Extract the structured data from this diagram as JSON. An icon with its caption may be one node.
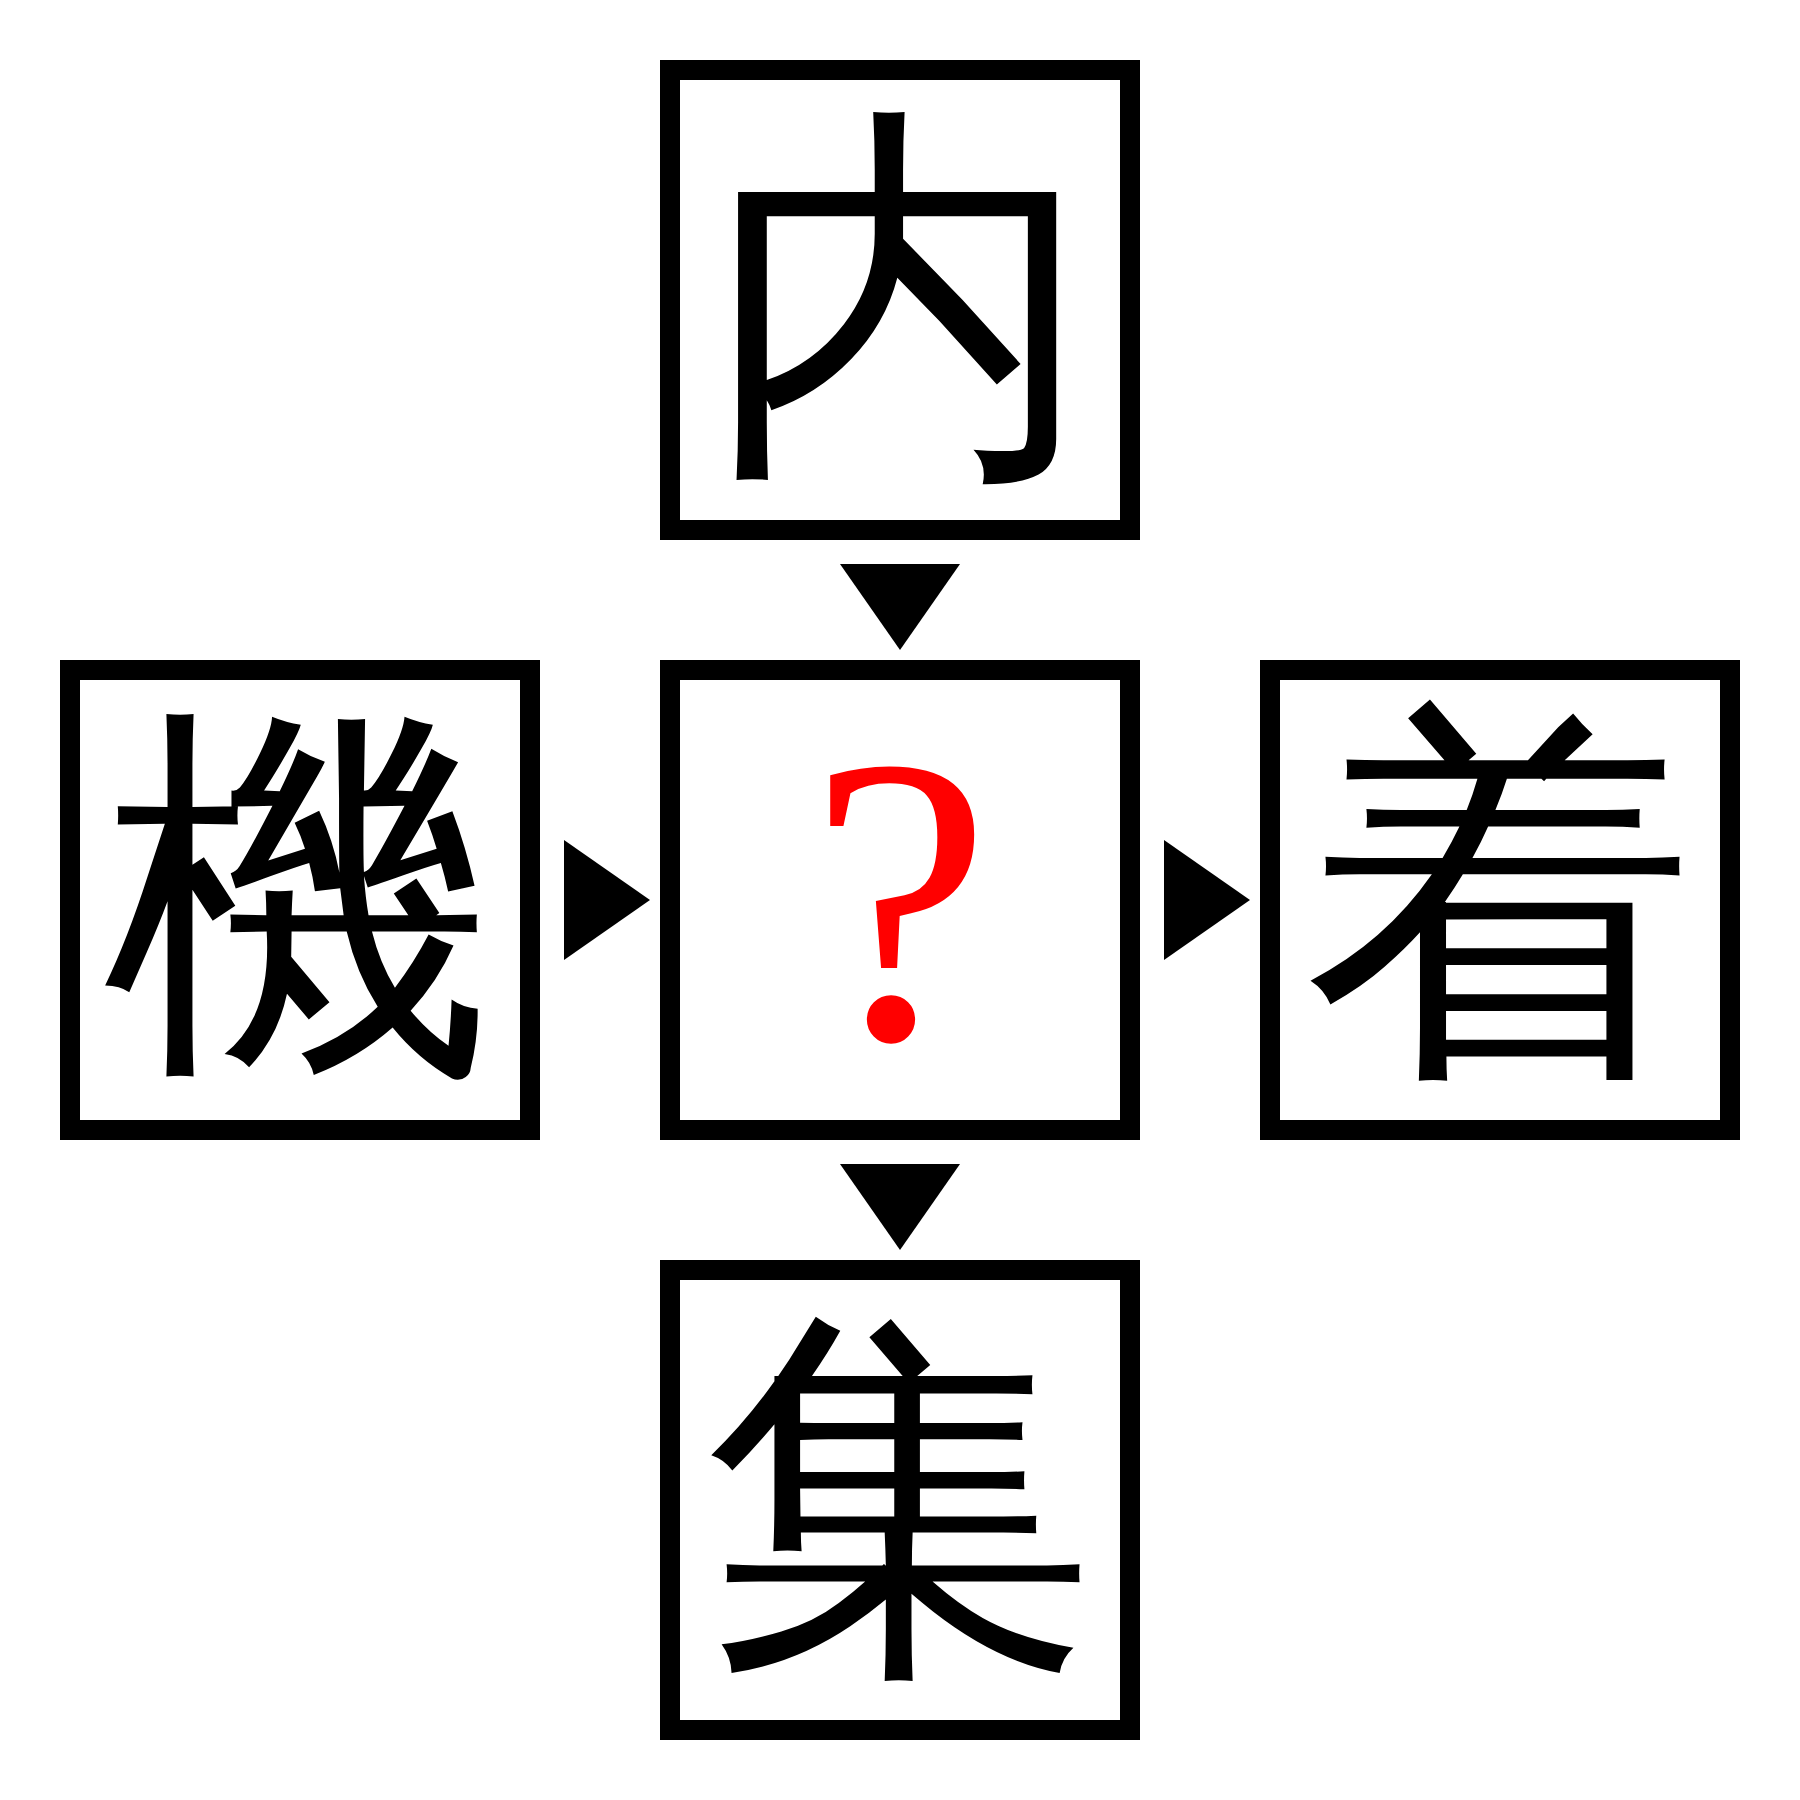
{
  "diagram": {
    "nodes": [
      {
        "text": [
          "内"
        ]
      },
      {
        "text": [
          "機"
        ]
      },
      {
        "text": [
          "?"
        ]
      },
      {
        "text": [
          "着"
        ]
      },
      {
        "text": [
          "集"
        ]
      }
    ],
    "edges": [
      {
        "from": 0,
        "to": 2,
        "arrow": "to"
      },
      {
        "from": 1,
        "to": 2,
        "arrow": "to"
      },
      {
        "from": 2,
        "to": 3,
        "arrow": "to"
      },
      {
        "from": 2,
        "to": 4,
        "arrow": "to"
      }
    ]
  }
}
